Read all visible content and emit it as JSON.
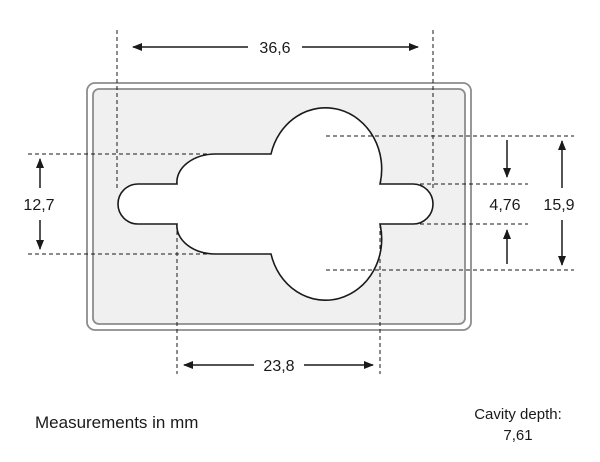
{
  "dimensions": {
    "top_width": "36,6",
    "bottom_width": "23,8",
    "left_height": "12,7",
    "center_height": "4,76",
    "right_height": "15,9"
  },
  "notes": {
    "units": "Measurements in mm",
    "cavity_depth_label": "Cavity depth:",
    "cavity_depth_value": "7,61"
  },
  "colors": {
    "line": "#1a1a1a",
    "plate_fill": "#f0f0f0",
    "plate_border": "#8c8c8c"
  }
}
